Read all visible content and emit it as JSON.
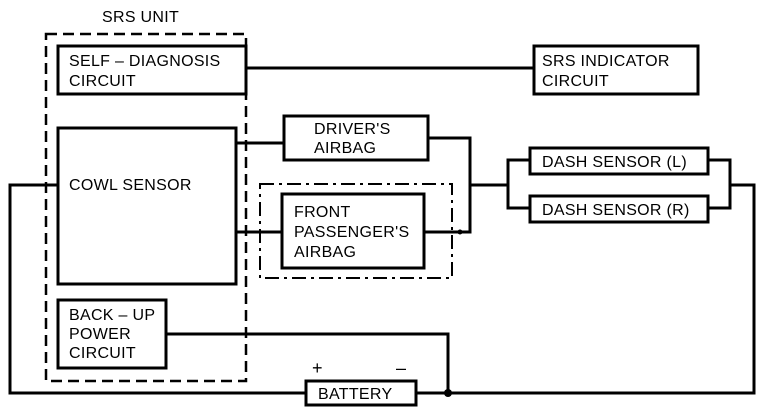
{
  "diagram": {
    "srs_unit": "SRS UNIT",
    "self_diagnosis": [
      "SELF – DIAGNOSIS",
      "CIRCUIT"
    ],
    "srs_indicator": [
      "SRS INDICATOR",
      "CIRCUIT"
    ],
    "cowl_sensor": "COWL SENSOR",
    "drivers_airbag": [
      "DRIVER'S",
      "AIRBAG"
    ],
    "front_passenger_airbag": [
      "FRONT",
      "PASSENGER'S",
      "AIRBAG"
    ],
    "dash_sensor_l": "DASH SENSOR (L)",
    "dash_sensor_r": "DASH SENSOR (R)",
    "backup_power": [
      "BACK – UP",
      "POWER",
      "CIRCUIT"
    ],
    "battery": "BATTERY",
    "plus": "+",
    "minus": "–"
  }
}
